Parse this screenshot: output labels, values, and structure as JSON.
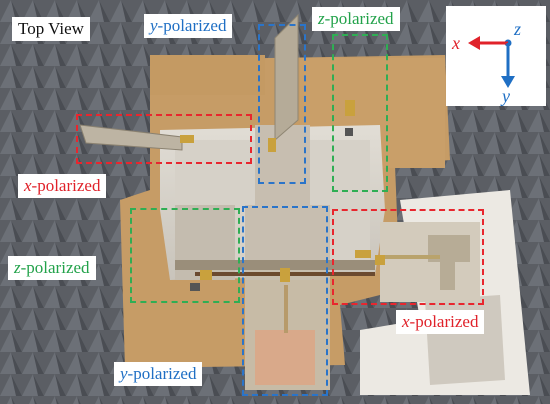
{
  "photo": {
    "colors": {
      "absorber": "#5b5e64",
      "board": "#caa06b",
      "foam": "#d8d4cc",
      "substrate": "#bcb3a2",
      "patch": "#d9a98a",
      "label_blue": "#1f6fc4",
      "label_green": "#22a24a",
      "label_red": "#e0222a"
    }
  },
  "labels": {
    "top_view": "Top View",
    "y_pol_top": {
      "axis": "y",
      "suffix": "-polarized"
    },
    "z_pol_top": {
      "axis": "z",
      "suffix": "-polarized"
    },
    "x_pol_left": {
      "axis": "x",
      "suffix": "-polarized"
    },
    "z_pol_left": {
      "axis": "z",
      "suffix": "-polarized"
    },
    "x_pol_right": {
      "axis": "x",
      "suffix": "-polarized"
    },
    "y_pol_bottom": {
      "axis": "y",
      "suffix": "-polarized"
    }
  },
  "axes": {
    "x": "x",
    "y": "y",
    "z": "z",
    "x_color": "#e0222a",
    "y_color": "#1f6fc4"
  }
}
